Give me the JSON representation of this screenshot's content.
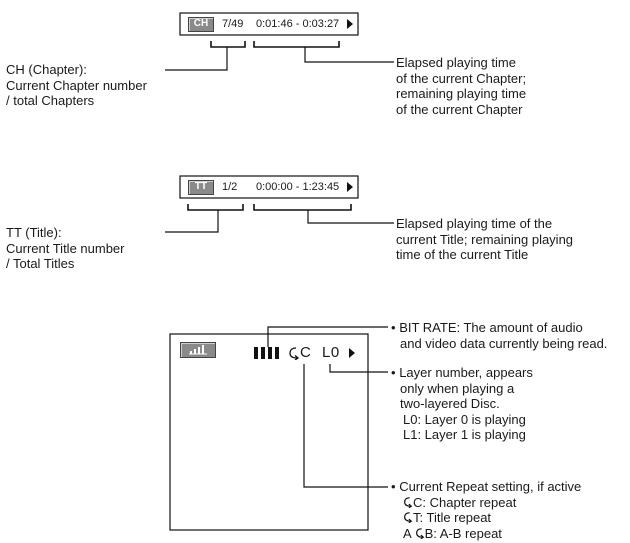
{
  "chapter_panel": {
    "badge": "CH",
    "count": "7/49",
    "time": "0:01:46 - 0:03:27",
    "left_label": [
      "CH (Chapter):",
      "Current Chapter number",
      "/ total Chapters"
    ],
    "right_label": [
      "Elapsed playing time",
      "of the current Chapter;",
      "remaining playing time",
      "of the current Chapter"
    ]
  },
  "title_panel": {
    "badge": "TT",
    "count": "1/2",
    "time": "0:00:00 - 1:23:45",
    "left_label": [
      "TT (Title):",
      "Current Title number",
      "/ Total Titles"
    ],
    "right_label": [
      "Elapsed playing time of the",
      "current Title; remaining playing",
      "time of the current Title"
    ]
  },
  "bitrate_panel": {
    "icon": "signal-bars-icon",
    "bars_icon": "bitrate-bars-icon",
    "repeat_text": "C",
    "layer_text": "L0",
    "bitrate_label": [
      "BIT RATE: The amount of audio",
      "and video data currently being read."
    ],
    "layer_label": [
      "Layer number, appears",
      "only when playing a",
      "two-layered Disc.",
      "L0: Layer 0 is playing",
      "L1: Layer 1 is playing"
    ],
    "repeat_label": {
      "heading": "Current Repeat setting, if active",
      "items": [
        {
          "prefix": "",
          "suffix": "C: Chapter repeat"
        },
        {
          "prefix": "",
          "suffix": "T: Title repeat"
        },
        {
          "prefix": "A",
          "suffix": "B: A-B repeat"
        }
      ]
    }
  },
  "bullet_char": "•",
  "repeat_icon": "repeat-arrow-icon"
}
